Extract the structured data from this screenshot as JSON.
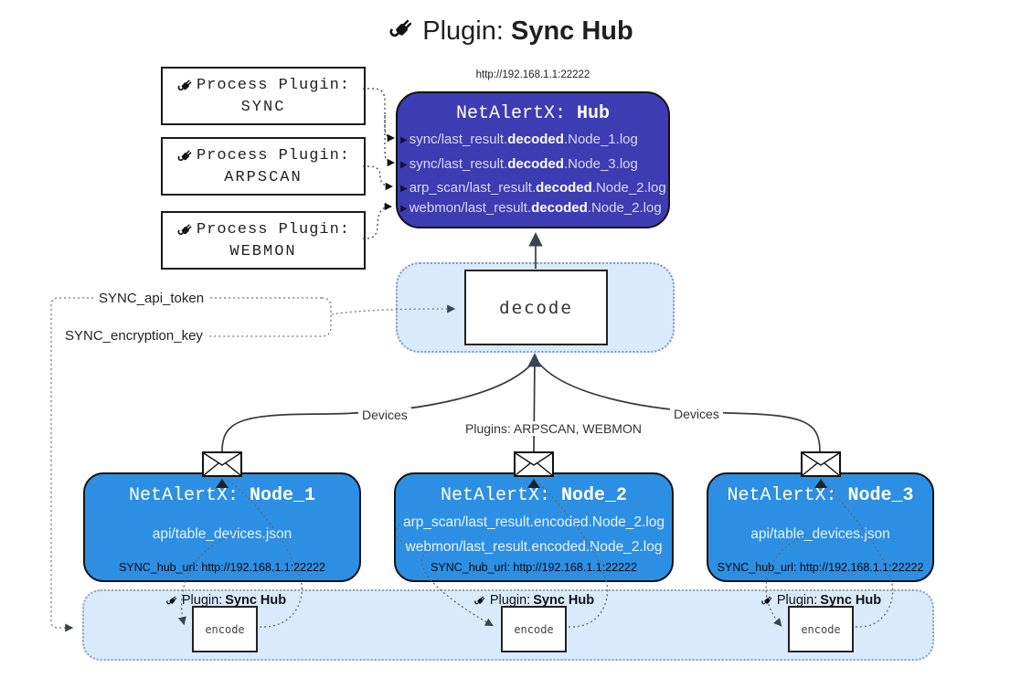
{
  "title": {
    "label": "Plugin:",
    "name": "Sync Hub"
  },
  "colors": {
    "hub_fill": "#3d3cb2",
    "node_fill": "#2d8fe4",
    "band_fill": "#d9eafc",
    "arrow_dark": "#37474f"
  },
  "process_plugins": [
    {
      "label": "Process Plugin:",
      "name": "SYNC"
    },
    {
      "label": "Process Plugin:",
      "name": "ARPSCAN"
    },
    {
      "label": "Process Plugin:",
      "name": "WEBMON"
    }
  ],
  "hub": {
    "url": "http://192.168.1.1:22222",
    "title_label": "NetAlertX:",
    "title_name": "Hub",
    "entries": [
      {
        "pre": "sync/last_result.",
        "bold": "decoded",
        "post": ".Node_1.log"
      },
      {
        "pre": "sync/last_result.",
        "bold": "decoded",
        "post": ".Node_3.log"
      },
      {
        "pre": "arp_scan/last_result.",
        "bold": "decoded",
        "post": ".Node_2.log"
      },
      {
        "pre": "webmon/last_result.",
        "bold": "decoded",
        "post": ".Node_2.log"
      }
    ]
  },
  "decode_label": "decode",
  "secrets": {
    "api_token": "SYNC_api_token",
    "encryption_key": "SYNC_encryption_key"
  },
  "edge_labels": {
    "devices_left": "Devices",
    "plugins_middle": "Plugins: ARPSCAN, WEBMON",
    "devices_right": "Devices"
  },
  "nodes": [
    {
      "title_label": "NetAlertX:",
      "title_name": "Node_1",
      "files": [
        "api/table_devices.json"
      ],
      "hub_url": "SYNC_hub_url: http://192.168.1.1:22222"
    },
    {
      "title_label": "NetAlertX:",
      "title_name": "Node_2",
      "files": [
        "arp_scan/last_result.encoded.Node_2.log",
        "webmon/last_result.encoded.Node_2.log"
      ],
      "hub_url": "SYNC_hub_url: http://192.168.1.1:22222"
    },
    {
      "title_label": "NetAlertX:",
      "title_name": "Node_3",
      "files": [
        "api/table_devices.json"
      ],
      "hub_url": "SYNC_hub_url: http://192.168.1.1:22222"
    }
  ],
  "encoders": [
    {
      "label": "Plugin:",
      "name": "Sync Hub",
      "box": "encode"
    },
    {
      "label": "Plugin:",
      "name": "Sync Hub",
      "box": "encode"
    },
    {
      "label": "Plugin:",
      "name": "Sync Hub",
      "box": "encode"
    }
  ]
}
